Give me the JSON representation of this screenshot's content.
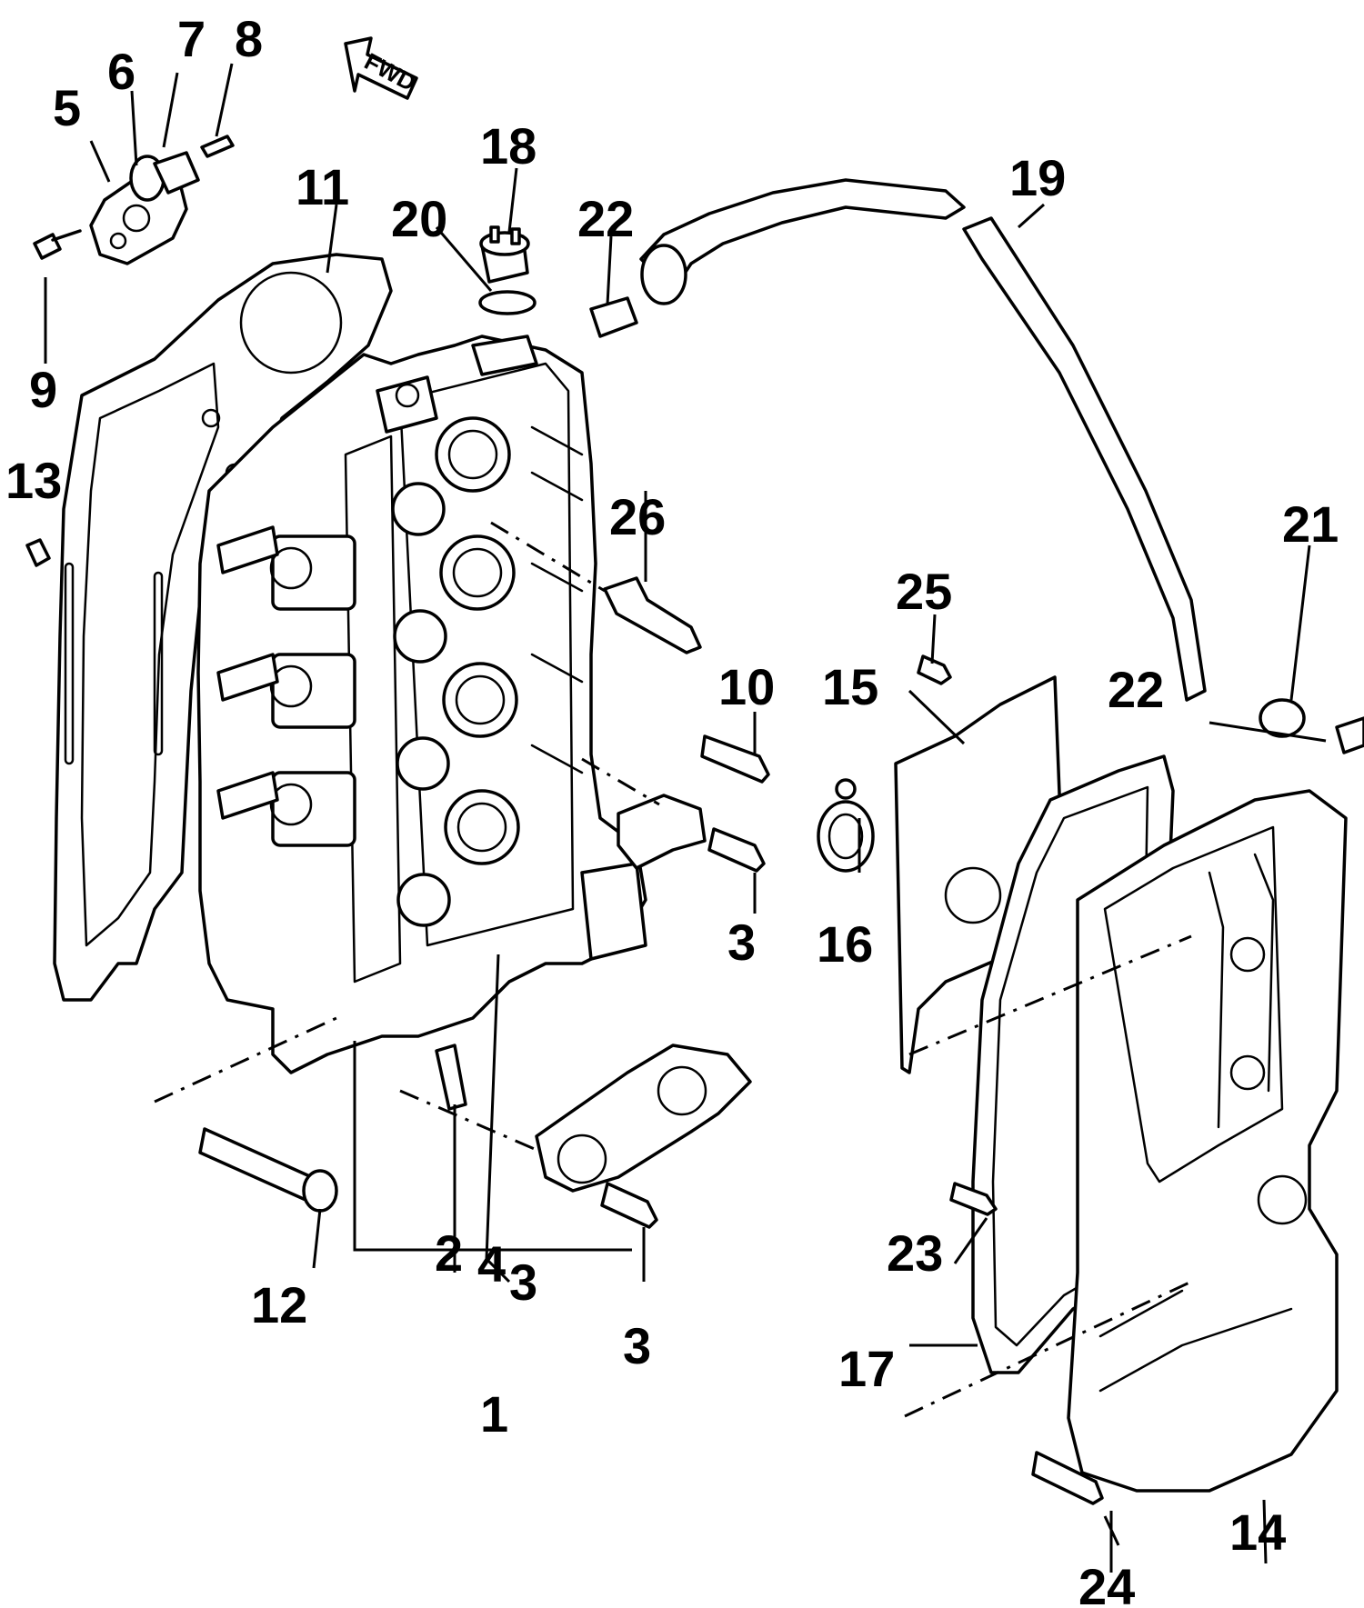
{
  "orientation_marker": {
    "text": "FWD",
    "icon": "fwd-arrow-icon"
  },
  "callouts": [
    "1",
    "2",
    "3",
    "3",
    "3",
    "4",
    "5",
    "6",
    "7",
    "8",
    "9",
    "10",
    "11",
    "12",
    "13",
    "14",
    "15",
    "16",
    "17",
    "18",
    "19",
    "20",
    "21",
    "22",
    "22",
    "23",
    "24",
    "25",
    "26"
  ]
}
